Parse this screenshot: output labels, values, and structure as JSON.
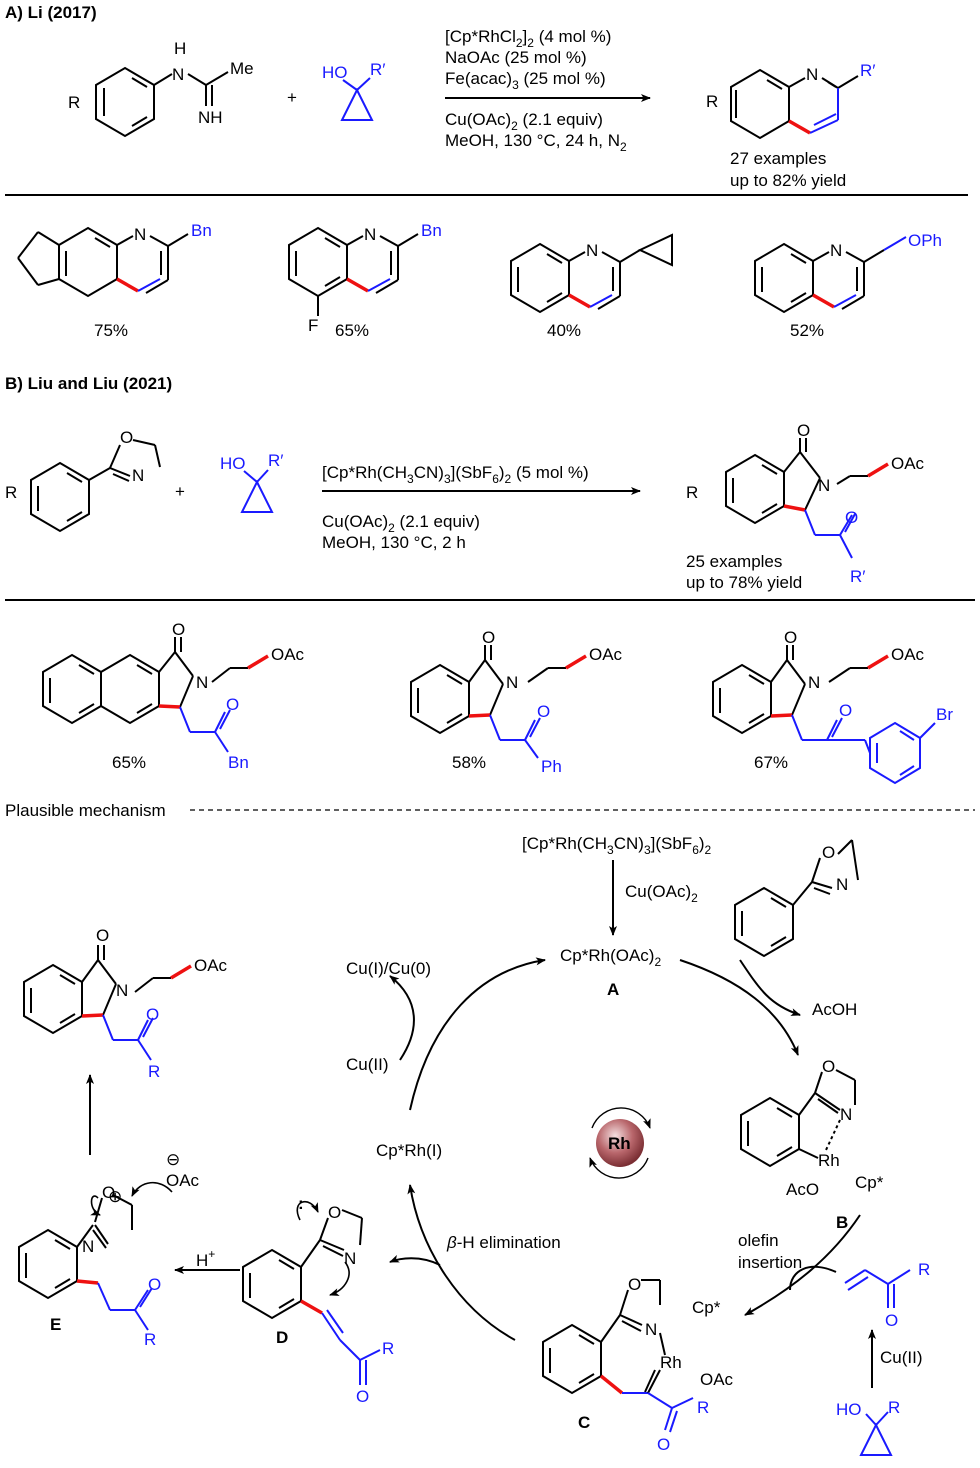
{
  "section_a": {
    "title": "A) Li (2017)",
    "reactant_r": "R",
    "amidine_nh": "H",
    "amidine_n": "N",
    "amidine_me": "Me",
    "amidine_nh2": "NH",
    "plus": "+",
    "ho": "HO",
    "rprime": "R′",
    "cond1": "[Cp*RhCl",
    "cond1_sub": "2",
    "cond1_b": "]",
    "cond1_sub2": "2",
    "cond1_tail": " (4 mol %)",
    "cond2": "NaOAc (25 mol %)",
    "cond3": "Fe(acac)",
    "cond3_sub": "3",
    "cond3_tail": " (25 mol %)",
    "cond4": "Cu(OAc)",
    "cond4_sub": "2",
    "cond4_tail": " (2.1 equiv)",
    "cond5": "MeOH, 130 °C, 24 h, N",
    "cond5_sub": "2",
    "prod_r": "R",
    "prod_n": "N",
    "prod_rprime": "R′",
    "examples": "27 examples",
    "yield": "up to 82% yield",
    "ex1_label": "Bn",
    "ex1_yield": "75%",
    "ex2_label": "Bn",
    "ex2_f": "F",
    "ex2_yield": "65%",
    "ex3_yield": "40%",
    "ex4_label": "OPh",
    "ex4_yield": "52%",
    "n": "N"
  },
  "section_b": {
    "title": "B) Liu and Liu (2021)",
    "reactant_r": "R",
    "o": "O",
    "n": "N",
    "plus": "+",
    "ho": "HO",
    "rprime": "R′",
    "cond1": "[Cp*Rh(CH",
    "cond1_sub": "3",
    "cond1_b": "CN)",
    "cond1_sub2": "3",
    "cond1_c": "](SbF",
    "cond1_sub3": "6",
    "cond1_d": ")",
    "cond1_sub4": "2",
    "cond1_tail": "  (5 mol %)",
    "cond2": "Cu(OAc)",
    "cond2_sub": "2",
    "cond2_tail": " (2.1 equiv)",
    "cond3": "MeOH, 130 °C, 2 h",
    "prod_r": "R",
    "oac": "OAc",
    "examples": "25 examples",
    "yield": "up to 78% yield",
    "ex1_yield": "65%",
    "ex1_label": "Bn",
    "ex2_yield": "58%",
    "ex2_label": "Ph",
    "ex3_yield": "67%",
    "ex3_br": "Br"
  },
  "mechanism": {
    "title": "Plausible mechanism",
    "catalyst": "[Cp*Rh(CH",
    "catalyst_sub": "3",
    "catalyst_b": "CN)",
    "catalyst_sub2": "3",
    "catalyst_c": "](SbF",
    "catalyst_sub3": "6",
    "catalyst_d": ")",
    "catalyst_sub4": "2",
    "cuoac": "Cu(OAc)",
    "cuoac_sub": "2",
    "species_a": "Cp*Rh(OAc)",
    "species_a_sub": "2",
    "label_a": "A",
    "acoh": "AcOH",
    "cu_i_cu_0": "Cu(I)/Cu(0)",
    "cu_ii": "Cu(II)",
    "cp_rh_i": "Cp*Rh(I)",
    "rh": "Rh",
    "rh_atom": "Rh",
    "cp_star": "Cp*",
    "aco": "AcO",
    "label_b": "B",
    "olefin1": "olefin",
    "olefin2": "insertion",
    "beta_h": "-H elimination",
    "beta": "β",
    "label_c": "C",
    "label_d": "D",
    "label_e": "E",
    "h_plus": "H",
    "plus_sup": "+",
    "oac_minus": "OAc",
    "minus": "⊖",
    "plus_circle": "⊕",
    "r": "R",
    "o": "O",
    "n": "N",
    "oac": "OAc",
    "cu_ii_2": "Cu(II)",
    "colon": ":"
  },
  "colors": {
    "blue": "#1a1aff",
    "red": "#ee1111",
    "black": "#000000",
    "rh_ball": "#b05a60"
  }
}
